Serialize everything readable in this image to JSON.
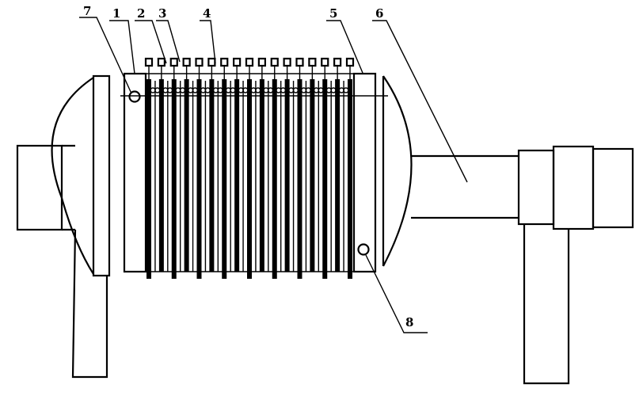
{
  "figure": {
    "callouts": [
      {
        "id": "callout-7",
        "label": "7"
      },
      {
        "id": "callout-1",
        "label": "1"
      },
      {
        "id": "callout-2",
        "label": "2"
      },
      {
        "id": "callout-3",
        "label": "3"
      },
      {
        "id": "callout-4",
        "label": "4"
      },
      {
        "id": "callout-5",
        "label": "5"
      },
      {
        "id": "callout-6",
        "label": "6"
      },
      {
        "id": "callout-8",
        "label": "8"
      }
    ],
    "plate_count": 17
  },
  "colors": {
    "line": "#000000",
    "background": "#ffffff"
  }
}
